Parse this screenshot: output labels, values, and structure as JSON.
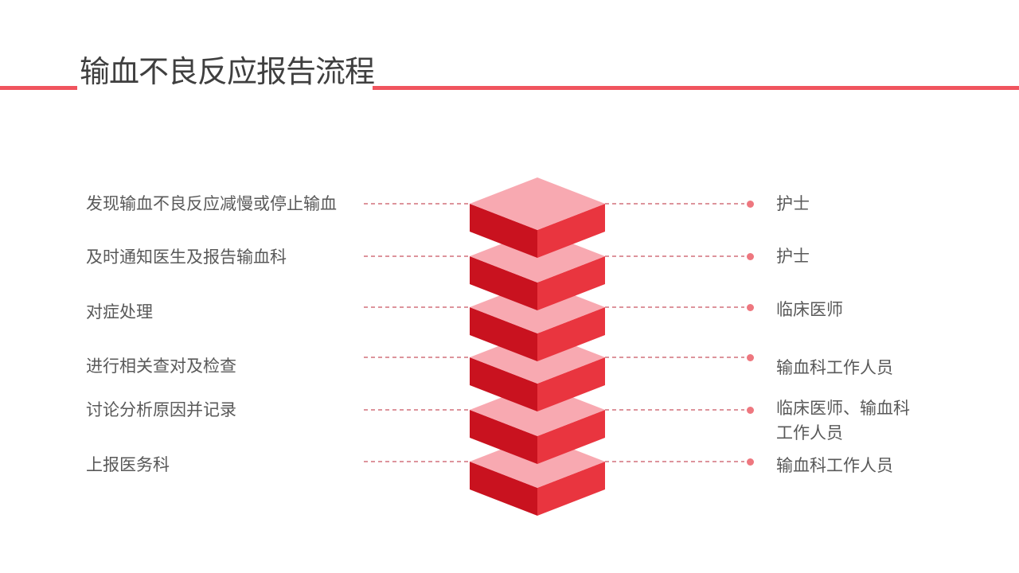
{
  "slide": {
    "title": "输血不良反应报告流程"
  },
  "colors": {
    "background": "#ffffff",
    "accent_line": "#f0545e",
    "dash_line": "#dd949c",
    "dot": "#ee777f",
    "block_top": "#f8a9b1",
    "block_left": "#c9121f",
    "block_right": "#e9353f",
    "title_text": "#3f3f3f",
    "body_text": "#595959"
  },
  "process": {
    "rows": [
      {
        "step": "发现输血不良反应减慢或停止输血",
        "role": "护士"
      },
      {
        "step": "及时通知医生及报告输血科",
        "role": "护士"
      },
      {
        "step": "对症处理",
        "role": "临床医师"
      },
      {
        "step": "进行相关查对及检查",
        "role": "输血科工作人员"
      },
      {
        "step": "讨论分析原因并记录",
        "role": "临床医师、输血科\n工作人员"
      },
      {
        "step": "上报医务科",
        "role": "输血科工作人员"
      }
    ]
  }
}
